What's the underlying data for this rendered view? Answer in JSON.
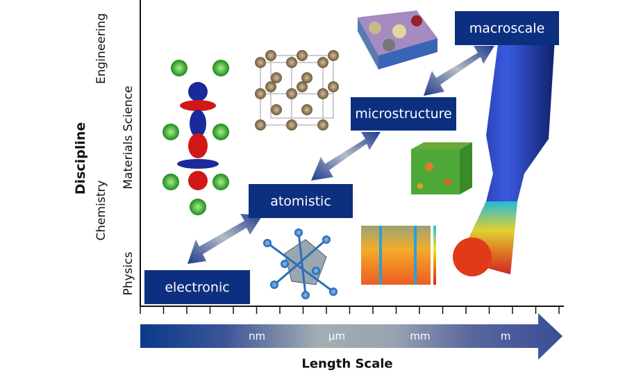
{
  "y_axis": {
    "title": "Discipline",
    "disciplines": [
      "Physics",
      "Chemistry",
      "Materials Science",
      "Engineering"
    ]
  },
  "x_axis": {
    "title": "Length Scale",
    "units": [
      "nm",
      "µm",
      "mm",
      "m"
    ]
  },
  "scales": [
    "electronic",
    "atomistic",
    "microstructure",
    "macroscale"
  ],
  "colors": {
    "box": "#0d2f80",
    "arrow_dark": "#0a3a8a",
    "arrow_light": "#a3adb2"
  }
}
